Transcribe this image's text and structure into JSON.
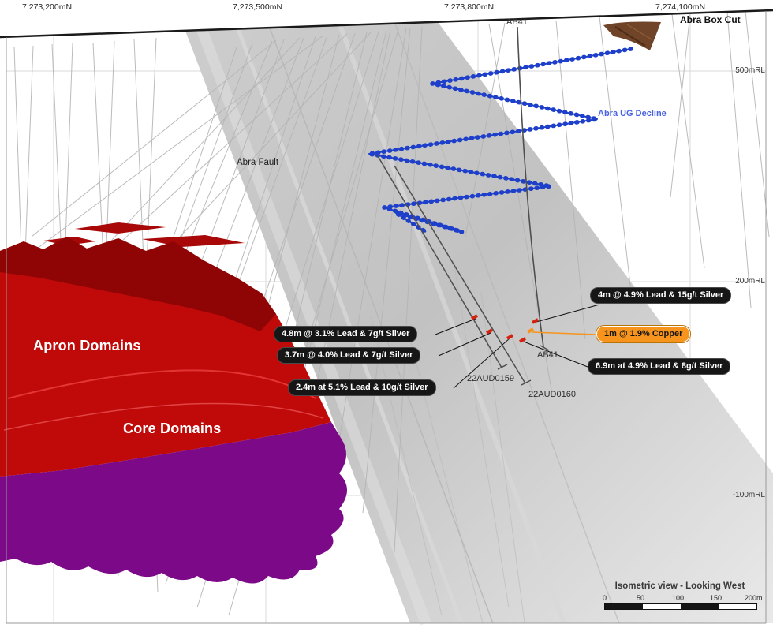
{
  "axes": {
    "northings": [
      "7,273,200mN",
      "7,273,500mN",
      "7,273,800mN",
      "7,274,100mN"
    ],
    "elevations": [
      "500mRL",
      "200mRL",
      "-100mRL"
    ]
  },
  "labels": {
    "box_cut": "Abra Box Cut",
    "ab41_top": "AB41",
    "decline": "Abra UG Decline",
    "fault": "Abra Fault",
    "apron_domains": "Apron Domains",
    "core_domains": "Core Domains",
    "ab41_bottom": "AB41",
    "hole_22aud0159": "22AUD0159",
    "hole_22aud0160": "22AUD0160",
    "view": "Isometric view - Looking West"
  },
  "callouts": [
    {
      "text": "4m @ 4.9% Lead & 15g/t Silver",
      "style": "black"
    },
    {
      "text": "1m @ 1.9% Copper",
      "style": "orange"
    },
    {
      "text": "6.9m at 4.9% Lead & 8g/t Silver",
      "style": "black"
    },
    {
      "text": "4.8m @ 3.1% Lead & 7g/t Silver",
      "style": "black"
    },
    {
      "text": "3.7m @ 4.0% Lead & 7g/t Silver",
      "style": "black"
    },
    {
      "text": "2.4m at 5.1% Lead & 10g/t Silver",
      "style": "black"
    }
  ],
  "scalebar": {
    "ticks": [
      "0",
      "50",
      "100",
      "150",
      "200m"
    ]
  },
  "colors": {
    "decline_blue": "#1d3fc9",
    "decline_label_blue": "#4a63e0",
    "apron_red": "#c00909",
    "core_purple": "#7c0a88",
    "fault_gray": "#c6c6c6",
    "callout_black": "#161616",
    "callout_orange": "#f6941d",
    "boxcut_brown": "#6f4428"
  }
}
